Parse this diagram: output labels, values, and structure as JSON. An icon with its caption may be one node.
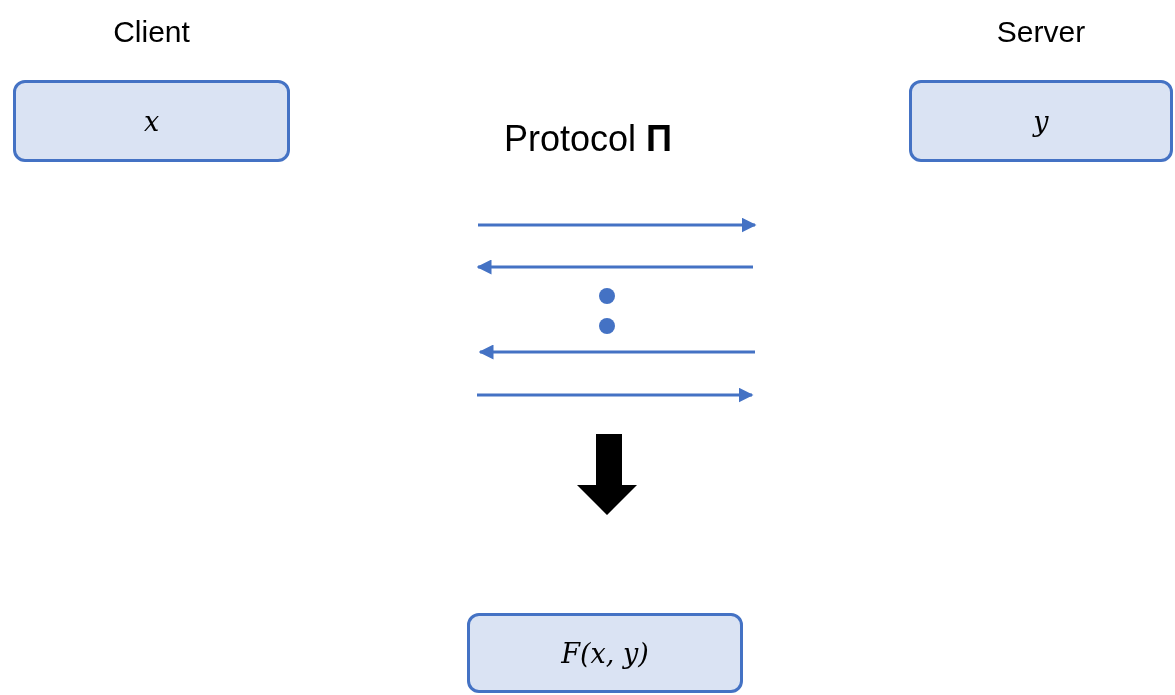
{
  "diagram": {
    "nodes": [
      {
        "text": [
          "Client",
          "x"
        ]
      },
      {
        "text": [
          "Server",
          "y"
        ]
      },
      {
        "text": [
          "F(x, y)"
        ]
      }
    ],
    "labels": [
      "Protocol **Π**"
    ]
  }
}
